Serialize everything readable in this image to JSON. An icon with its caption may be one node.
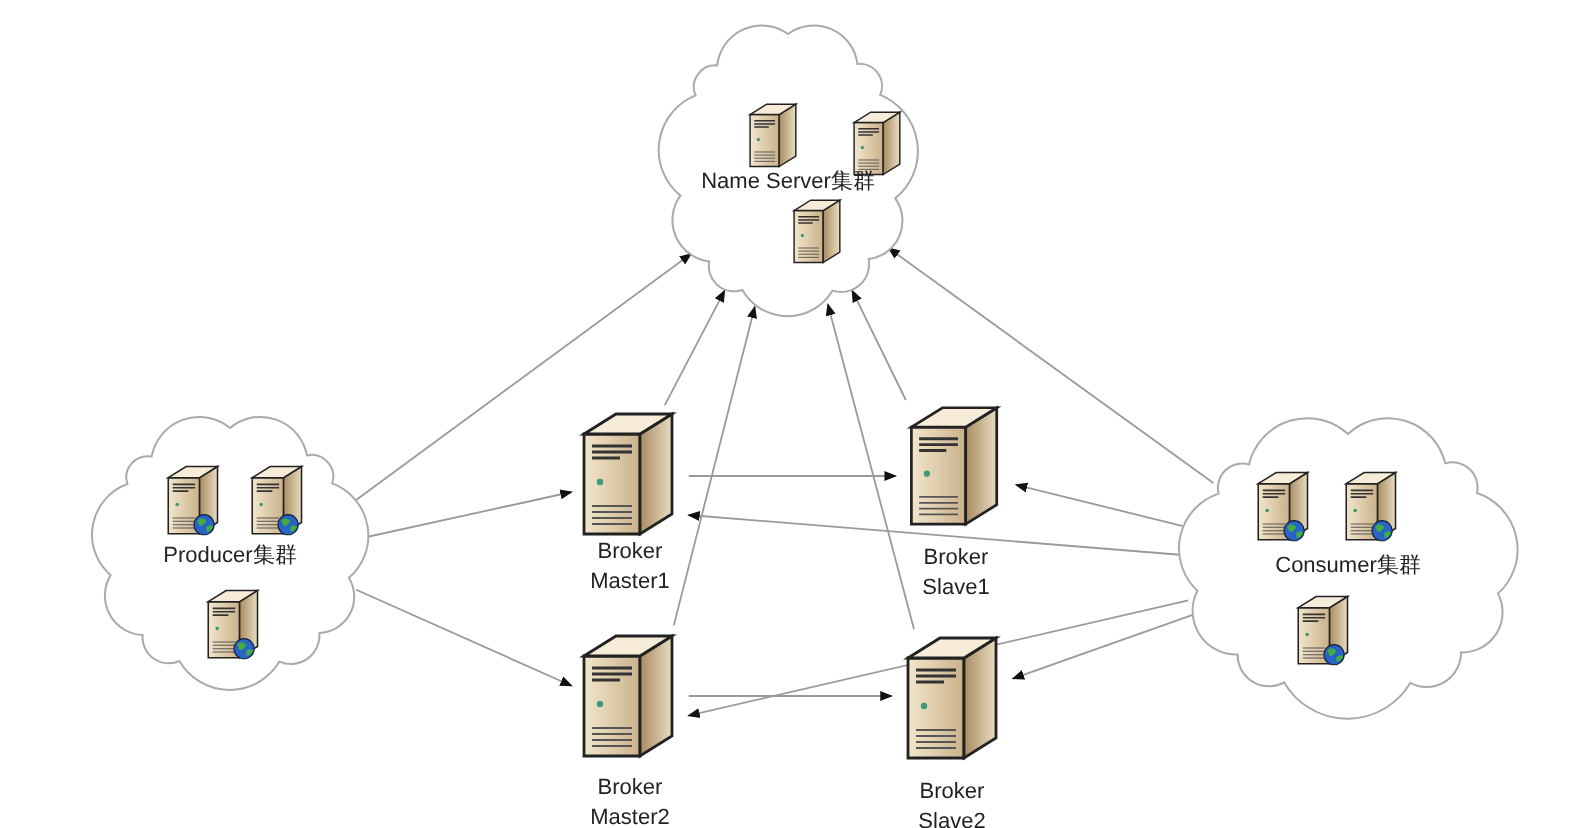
{
  "diagram": {
    "nodes": [
      {
        "text": [
          "Name Server集群"
        ]
      },
      {
        "text": [
          "Producer集群"
        ]
      },
      {
        "text": [
          "Consumer集群"
        ]
      },
      {
        "text": [
          "Broker Master1"
        ]
      },
      {
        "text": [
          "Broker Slave1"
        ]
      },
      {
        "text": [
          "Broker Master2"
        ]
      },
      {
        "text": [
          "Broker Slave2"
        ]
      }
    ],
    "edges": [
      {
        "from": 1,
        "to": 0,
        "arrow": "to"
      },
      {
        "from": 1,
        "to": 3,
        "arrow": "to"
      },
      {
        "from": 1,
        "to": 5,
        "arrow": "to"
      },
      {
        "from": 3,
        "to": 0,
        "arrow": "to"
      },
      {
        "from": 5,
        "to": 0,
        "arrow": "to"
      },
      {
        "from": 4,
        "to": 0,
        "arrow": "to"
      },
      {
        "from": 6,
        "to": 0,
        "arrow": "to"
      },
      {
        "from": 3,
        "to": 4,
        "arrow": "to"
      },
      {
        "from": 5,
        "to": 6,
        "arrow": "to"
      },
      {
        "from": 2,
        "to": 0,
        "arrow": "to"
      },
      {
        "from": 2,
        "to": 4,
        "arrow": "to"
      },
      {
        "from": 2,
        "to": 3,
        "arrow": "to"
      },
      {
        "from": 2,
        "to": 6,
        "arrow": "to"
      },
      {
        "from": 2,
        "to": 5,
        "arrow": "to"
      }
    ]
  }
}
